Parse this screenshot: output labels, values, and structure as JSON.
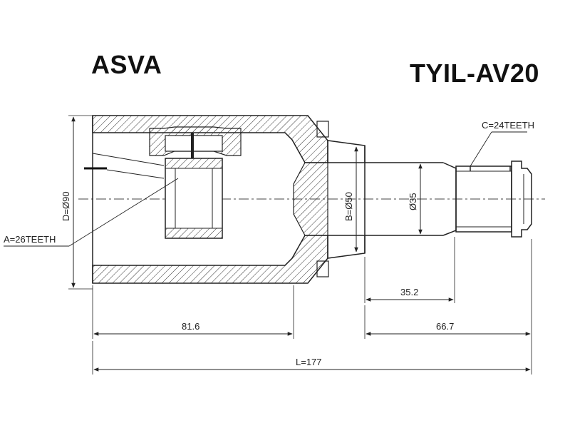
{
  "header": {
    "brand": "ASVA",
    "part_number": "TYIL-AV20"
  },
  "labels": {
    "spline_outer": "C=24TEETH",
    "spline_inner": "A=26TEETH",
    "dia_housing": "D=Ø90",
    "dia_flange": "B=Ø50",
    "dia_shaft": "Ø35",
    "len_shaft_short": "35.2",
    "len_housing": "81.6",
    "len_shaft": "66.7",
    "len_total": "L=177"
  },
  "colors": {
    "line": "#222222",
    "text": "#111111"
  }
}
